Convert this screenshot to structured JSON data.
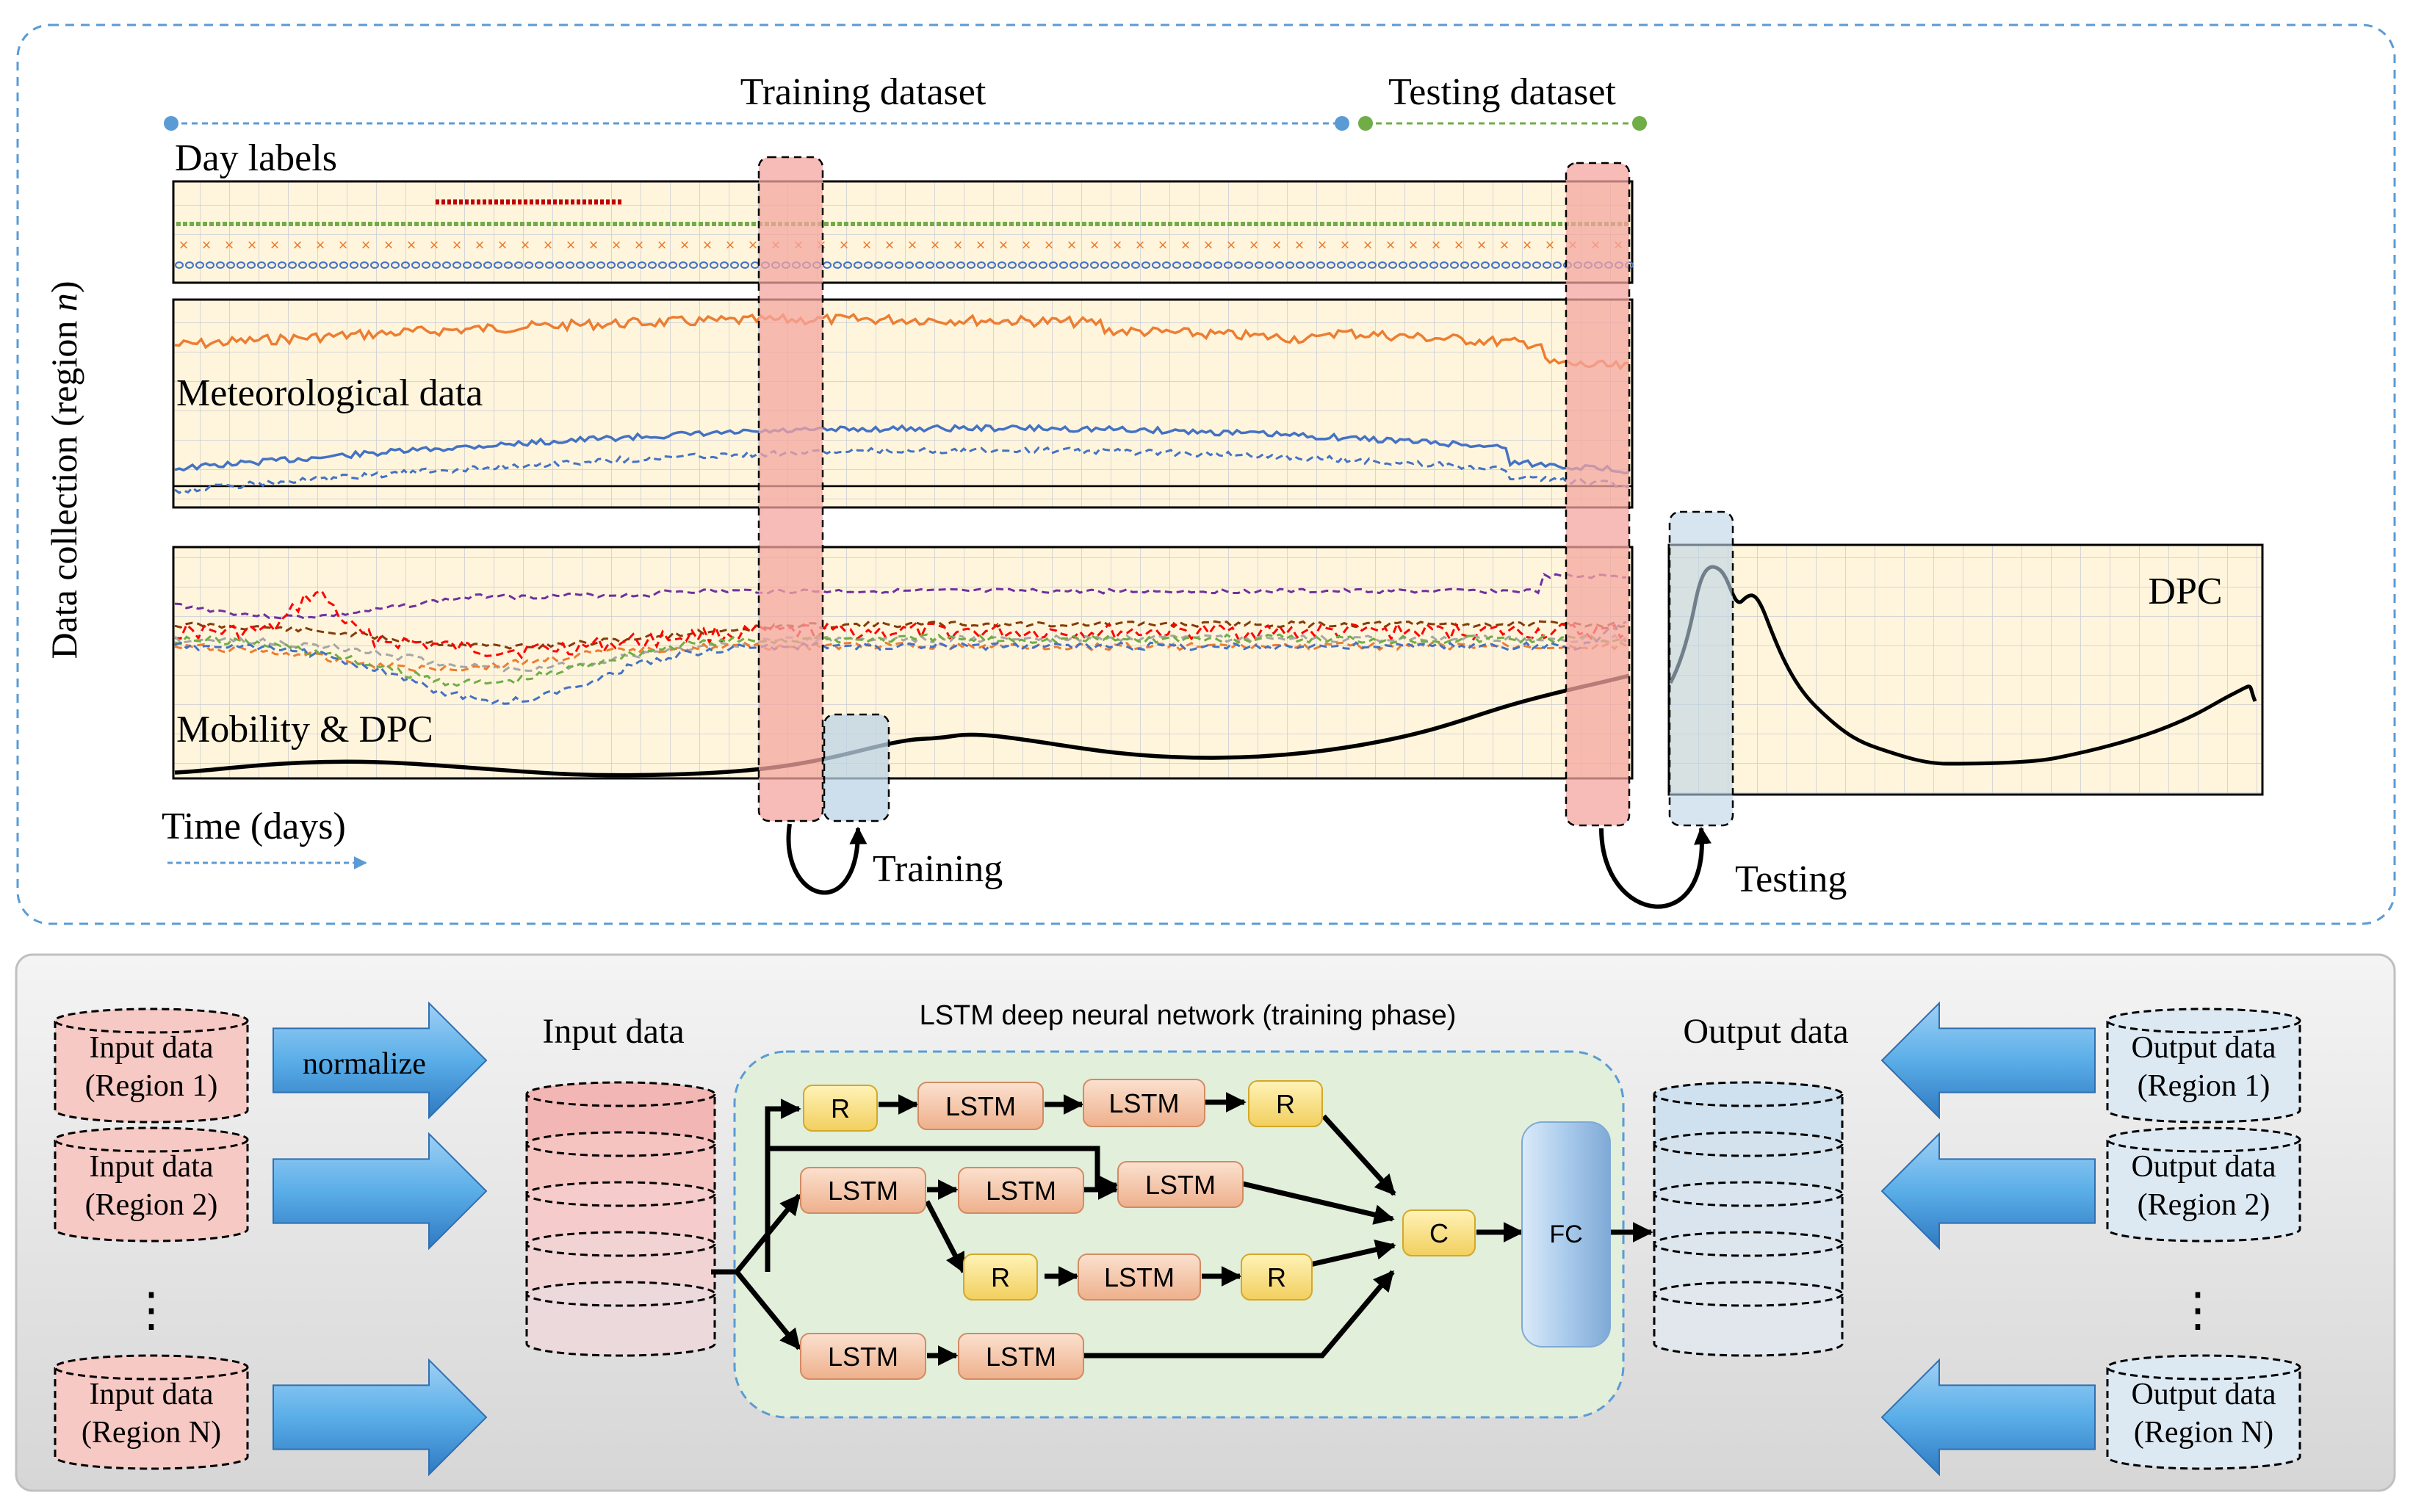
{
  "top": {
    "y_axis_label_prefix": "Data collection (region ",
    "y_axis_label_var": "n",
    "y_axis_label_suffix": ")",
    "training_dataset": "Training dataset",
    "testing_dataset": "Testing dataset",
    "day_labels": "Day labels",
    "meteorological": "Meteorological data",
    "mobility": "Mobility & DPC",
    "dpc": "DPC",
    "time": "Time (days)",
    "training": "Training",
    "testing": "Testing"
  },
  "bottom": {
    "normalize": "normalize",
    "input_data_title": "Input data",
    "output_data_title": "Output data",
    "network_title": "LSTM deep neural network (training phase)",
    "inputs": [
      {
        "line1": "Input data",
        "line2": "(Region 1)"
      },
      {
        "line1": "Input data",
        "line2": "(Region 2)"
      },
      {
        "line1": "Input data",
        "line2": "(Region N)"
      }
    ],
    "outputs": [
      {
        "line1": "Output data",
        "line2": "(Region 1)"
      },
      {
        "line1": "Output data",
        "line2": "(Region 2)"
      },
      {
        "line1": "Output data",
        "line2": "(Region N)"
      }
    ],
    "ellipsis": "⋮",
    "node_r": "R",
    "node_lstm": "LSTM",
    "node_c": "C",
    "node_fc": "FC"
  },
  "colors": {
    "panel_fill": "#fff5dc",
    "dashed_blue": "#5b9bd5",
    "orange": "#ed7d31",
    "blue": "#4472c4",
    "green": "#70ad47",
    "red": "#c00000",
    "training_window": "#f4a6a0",
    "lstm_node": "#f8cbad",
    "r_node": "#ffe699",
    "network_bg": "#e2efda",
    "fc_node": "#bdd7ee"
  }
}
